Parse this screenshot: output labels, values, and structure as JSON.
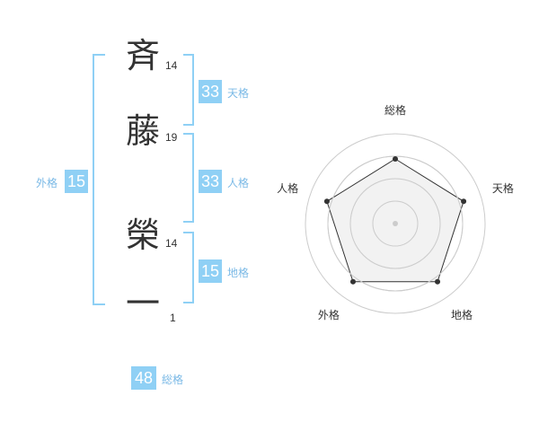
{
  "name": {
    "chars": [
      {
        "char": "斉",
        "strokes": "14"
      },
      {
        "char": "藤",
        "strokes": "19"
      },
      {
        "char": "榮",
        "strokes": "14"
      },
      {
        "char": "一",
        "strokes": "1"
      }
    ]
  },
  "kaku": {
    "tenkaku": {
      "value": "33",
      "label": "天格"
    },
    "jinkaku": {
      "value": "33",
      "label": "人格"
    },
    "chikaku": {
      "value": "15",
      "label": "地格"
    },
    "gaikaku": {
      "value": "15",
      "label": "外格"
    },
    "soukaku": {
      "value": "48",
      "label": "総格"
    }
  },
  "chart_data": {
    "type": "radar",
    "axes": [
      "総格",
      "天格",
      "地格",
      "外格",
      "人格"
    ],
    "values": [
      0.72,
      0.8,
      0.8,
      0.8,
      0.8
    ],
    "rings": 4,
    "colors": {
      "fill": "#eeeeee",
      "line": "#333333",
      "ring": "#cccccc"
    }
  },
  "colors": {
    "accent": "#8fd0f5",
    "label": "#7ab9e6"
  }
}
